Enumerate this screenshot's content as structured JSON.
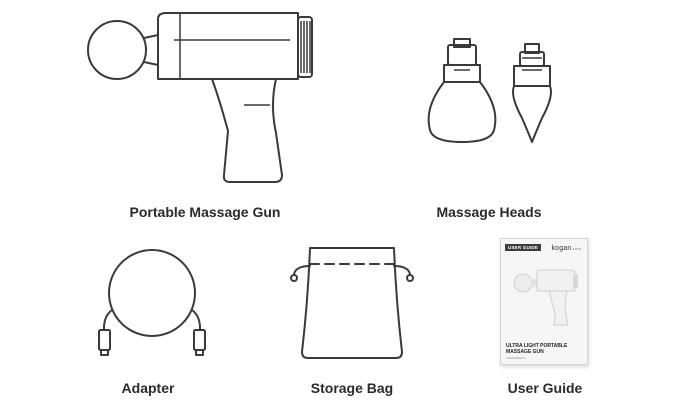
{
  "items": {
    "massage_gun": {
      "label": "Portable Massage Gun"
    },
    "massage_heads": {
      "label": "Massage Heads"
    },
    "adapter": {
      "label": "Adapter"
    },
    "storage_bag": {
      "label": "Storage Bag"
    },
    "user_guide": {
      "label": "User Guide",
      "tag": "USER GUIDE",
      "brand": "kogan",
      "brand_suffix": ".com",
      "title_line1": "ULTRA LIGHT PORTABLE",
      "title_line2": "MASSAGE GUN",
      "code": "KAGMASGUN"
    }
  },
  "colors": {
    "line": "#3a3a3a",
    "caption": "#2b2b2b",
    "device": "#e9e9e9"
  }
}
